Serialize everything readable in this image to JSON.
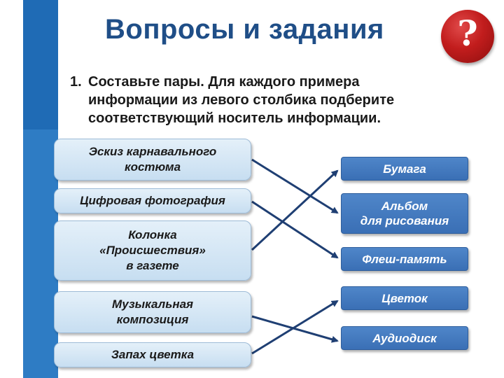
{
  "title": "Вопросы и задания",
  "help_symbol": "?",
  "task": {
    "number": "1.",
    "line1": "Составьте пары. Для каждого примера",
    "line2": "информации из левого столбика подберите",
    "line3": "соответствующий носитель информации."
  },
  "examples": [
    {
      "line1": "Эскиз карнавального",
      "line2": "костюма"
    },
    {
      "line1": "Цифровая фотография"
    },
    {
      "line1": "Колонка",
      "line2": "«Происшествия»",
      "line3": "в газете"
    },
    {
      "line1": "Музыкальная",
      "line2": "композиция"
    },
    {
      "line1": "Запах цветка"
    }
  ],
  "carriers": [
    {
      "line1": "Бумага"
    },
    {
      "line1": "Альбом",
      "line2": "для рисования"
    },
    {
      "line1": "Флеш-память"
    },
    {
      "line1": "Цветок"
    },
    {
      "line1": "Аудиодиск"
    }
  ],
  "matches": [
    {
      "from": 0,
      "to": 1
    },
    {
      "from": 1,
      "to": 2
    },
    {
      "from": 2,
      "to": 0
    },
    {
      "from": 3,
      "to": 4
    },
    {
      "from": 4,
      "to": 3
    }
  ],
  "colors": {
    "arrow": "#1f3f73",
    "carrier_fill": "#4579bf",
    "accent_bar": "#2e7cc4",
    "title": "#1f4e87"
  }
}
